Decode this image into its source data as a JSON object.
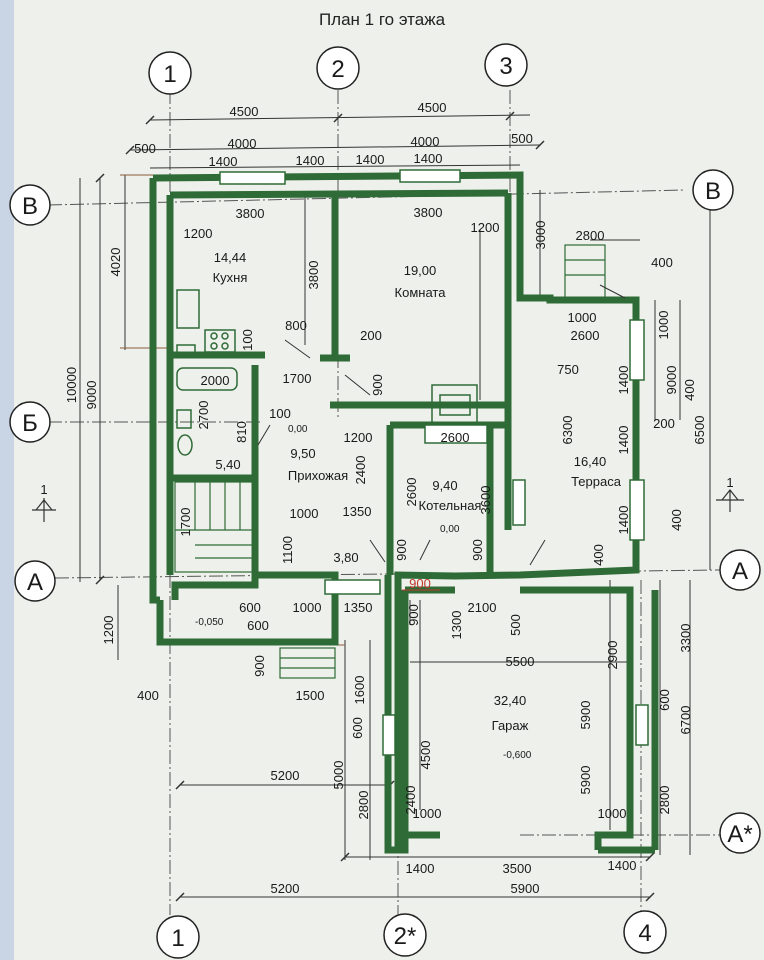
{
  "title": "План 1 го этажа",
  "axes": {
    "top": [
      "1",
      "2",
      "3"
    ],
    "bottom": [
      "1",
      "2*",
      "4"
    ],
    "left": [
      "В",
      "Б",
      "А"
    ],
    "right": [
      "В",
      "А",
      "А*"
    ],
    "section_mark": "1"
  },
  "rooms": [
    {
      "area": "14,44",
      "name": "Кухня"
    },
    {
      "area": "19,00",
      "name": "Комната"
    },
    {
      "area": "9,50",
      "name": "Прихожая"
    },
    {
      "area": "5,40",
      "name": ""
    },
    {
      "area": "9,40",
      "name": "Котельная"
    },
    {
      "area": "16,40",
      "name": "Терраса"
    },
    {
      "area": "3,80",
      "name": ""
    },
    {
      "area": "32,40",
      "name": "Гараж"
    }
  ],
  "levels": [
    "0,00",
    "0,00",
    "-0,050",
    "-0,600"
  ],
  "dimensions": {
    "top": [
      "4500",
      "4500",
      "500",
      "4000",
      "4000",
      "500",
      "1400",
      "1400",
      "1400",
      "1400",
      "3800",
      "3800",
      "1200",
      "1200",
      "3000",
      "2800",
      "400"
    ],
    "left": [
      "4020",
      "10000",
      "9000",
      "1200",
      "400"
    ],
    "right": [
      "1000",
      "9000",
      "400",
      "6500",
      "200",
      "1400",
      "1400",
      "1400",
      "400",
      "3300",
      "2900",
      "600",
      "6700",
      "2800",
      "5900"
    ],
    "interior": [
      "3800",
      "100",
      "800",
      "200",
      "2000",
      "1700",
      "900",
      "2700",
      "810",
      "100",
      "1200",
      "2600",
      "1000",
      "2600",
      "750",
      "6300",
      "2400",
      "2600",
      "3600",
      "1700",
      "1000",
      "1350",
      "1100",
      "900",
      "900",
      "400",
      "600",
      "1000",
      "1350",
      "600",
      "2100",
      "500",
      "1300",
      "900",
      "900",
      "1500",
      "1600",
      "600",
      "5000",
      "2800",
      "4500",
      "2400",
      "1000",
      "5500",
      "5900",
      "1000"
    ],
    "bottom": [
      "5200",
      "5200",
      "1400",
      "3500",
      "1400",
      "5900"
    ],
    "door_highlight": "900"
  },
  "colors": {
    "wall": "#2f6b36",
    "dim": "#333333",
    "axis": "#444444",
    "highlight": "#c0392b"
  }
}
